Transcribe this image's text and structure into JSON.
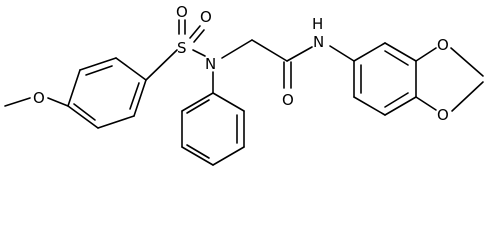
{
  "atoms": {
    "methoxy_o": "O",
    "sulfur": "S",
    "sulfonyl_o1": "O",
    "sulfonyl_o2": "O",
    "sulfonamide_n": "N",
    "carbonyl_o": "O",
    "amide_nh": "N",
    "amide_h": "H",
    "dioxole_o_top": "O",
    "dioxole_o_bottom": "O"
  }
}
